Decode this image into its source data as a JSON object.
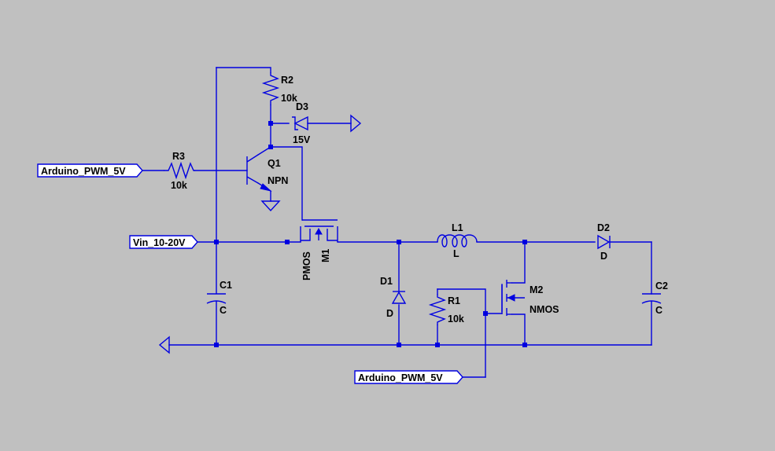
{
  "colors": {
    "background": "#c0c0c0",
    "wire": "#0000e0",
    "text": "#000000"
  },
  "net_labels": {
    "pwm_top": "Arduino_PWM_5V",
    "vin": "Vin_10-20V",
    "pwm_bottom": "Arduino_PWM_5V"
  },
  "components": {
    "R2": {
      "ref": "R2",
      "value": "10k"
    },
    "D3": {
      "ref": "D3",
      "value": "15V"
    },
    "R3": {
      "ref": "R3",
      "value": "10k"
    },
    "Q1": {
      "ref": "Q1",
      "value": "NPN"
    },
    "M1": {
      "ref": "M1",
      "value": "PMOS"
    },
    "L1": {
      "ref": "L1",
      "value": "L"
    },
    "D2": {
      "ref": "D2",
      "value": "D"
    },
    "C1": {
      "ref": "C1",
      "value": "C"
    },
    "D1": {
      "ref": "D1",
      "value": "D"
    },
    "R1": {
      "ref": "R1",
      "value": "10k"
    },
    "M2": {
      "ref": "M2",
      "value": "NMOS"
    },
    "C2": {
      "ref": "C2",
      "value": "C"
    }
  }
}
